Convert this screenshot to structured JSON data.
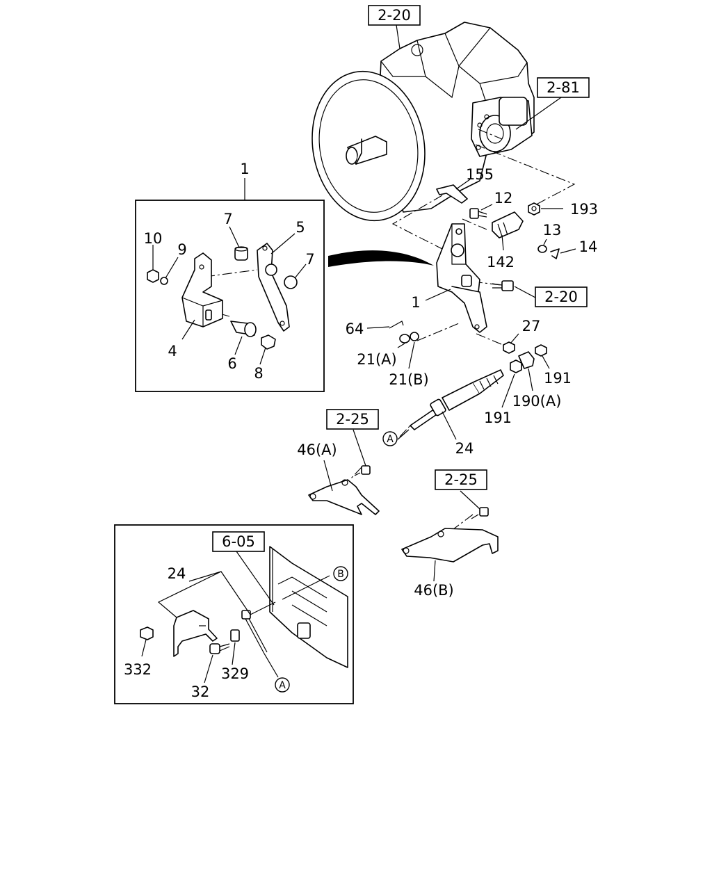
{
  "references": {
    "ref_2_20_top": "2-20",
    "ref_2_81": "2-81",
    "ref_2_20_bolt": "2-20",
    "ref_2_25_a": "2-25",
    "ref_2_25_b": "2-25",
    "ref_6_05": "6-05"
  },
  "labels": {
    "l_1_inset": "1",
    "l_10": "10",
    "l_9": "9",
    "l_7a": "7",
    "l_5": "5",
    "l_7b": "7",
    "l_4": "4",
    "l_6": "6",
    "l_8": "8",
    "l_155": "155",
    "l_12": "12",
    "l_193": "193",
    "l_13": "13",
    "l_14": "14",
    "l_142": "142",
    "l_1_main": "1",
    "l_64": "64",
    "l_27": "27",
    "l_21a": "21(A)",
    "l_21b": "21(B)",
    "l_191a": "191",
    "l_190a": "190(A)",
    "l_191b": "191",
    "l_24": "24",
    "l_46a": "46(A)",
    "l_46b": "46(B)",
    "l_24_inset": "24",
    "l_332": "332",
    "l_32": "32",
    "l_329": "329"
  },
  "callouts": {
    "A_main": "A",
    "A_inset": "A",
    "B_inset": "B"
  }
}
